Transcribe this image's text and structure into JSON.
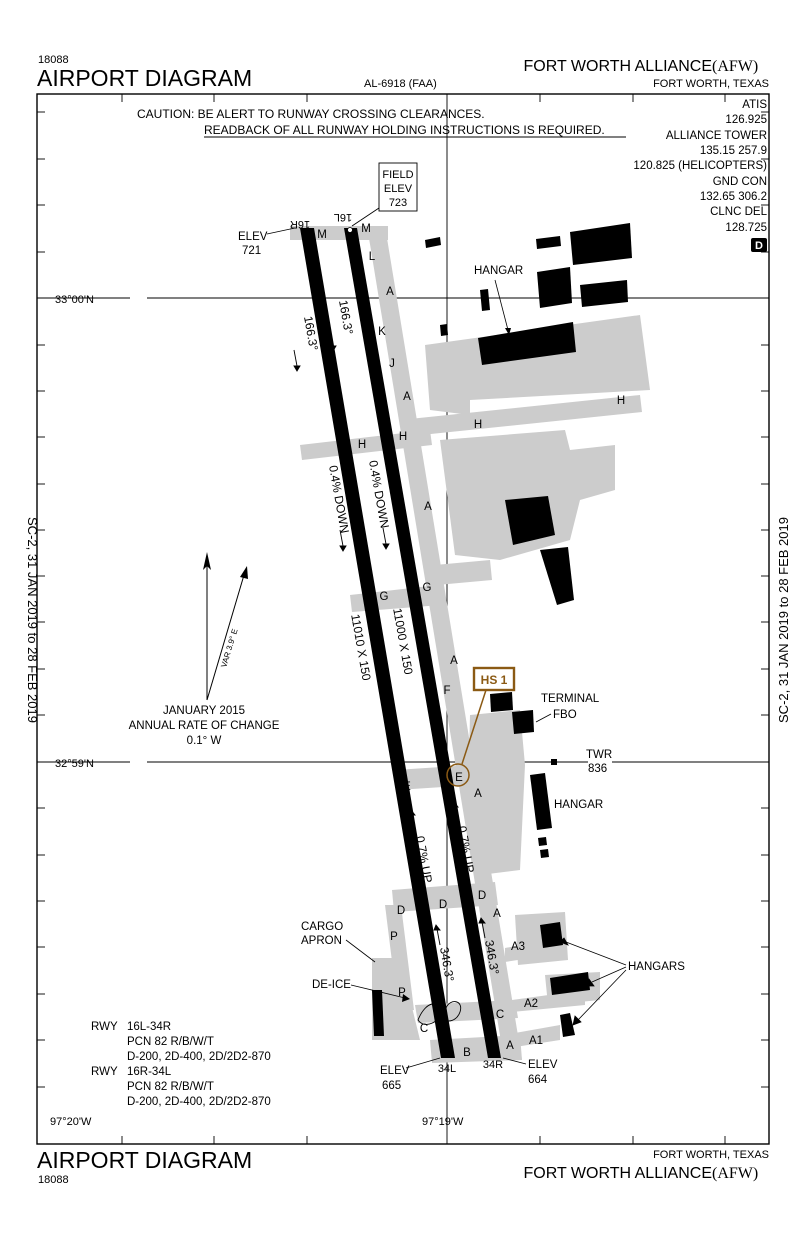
{
  "header": {
    "volume_number": "18088",
    "title": "AIRPORT DIAGRAM",
    "procedure_number": "AL-6918 (FAA)",
    "airport_name": "FORT WORTH ALLIANCE",
    "airport_id": "(AFW)",
    "city": "FORT WORTH, TEXAS"
  },
  "caution": {
    "line1": "CAUTION: BE ALERT TO RUNWAY CROSSING CLEARANCES.",
    "line2": "READBACK OF ALL RUNWAY HOLDING INSTRUCTIONS IS REQUIRED."
  },
  "frequencies": [
    "ATIS",
    "126.925",
    "ALLIANCE TOWER",
    "135.15  257.9",
    "120.825 (HELICOPTERS)",
    "GND CON",
    "132.65  306.2",
    "CLNC DEL",
    "128.725"
  ],
  "d_symbol": "D",
  "effective_dates": "SC-2,  31 JAN 2019  to  28 FEB 2019",
  "field_elev": {
    "line1": "FIELD",
    "line2": "ELEV",
    "value": "723"
  },
  "elevations": {
    "rwy_16r_label": "ELEV",
    "rwy_16r_value": "721",
    "rwy_34l_label": "ELEV",
    "rwy_34l_value": "665",
    "rwy_34r_label": "ELEV",
    "rwy_34r_value": "664"
  },
  "runway_ends": {
    "r16r": "16R",
    "r16l": "16L",
    "r34l": "34L",
    "r34r": "34R"
  },
  "coordinates": {
    "lat_33_00": "33°00'N",
    "lat_32_59": "32°59'N",
    "lon_97_20": "97°20'W",
    "lon_97_19": "97°19'W"
  },
  "runway_labels": {
    "heading_west_n": "166.3°",
    "heading_east_n": "166.3°",
    "slope_west": "0.4% DOWN",
    "slope_east": "0.4% DOWN",
    "dims_west": "11010 X 150",
    "dims_east": "11000 X 150",
    "slope_up_west": "0.7% UP",
    "slope_up_east": "0.7% UP",
    "heading_west_s": "346.3°",
    "heading_east_s": "346.3°"
  },
  "taxiways": {
    "m1": "M",
    "m2": "M",
    "l": "L",
    "k": "K",
    "j": "J",
    "a1": "A",
    "a2": "A",
    "a3": "A",
    "a4": "A",
    "a5": "A",
    "a6": "A",
    "a7": "A",
    "h1": "H",
    "h2": "H",
    "h3": "H",
    "h4": "H",
    "g1": "G",
    "g2": "G",
    "f": "F",
    "e1": "E",
    "e2": "E",
    "d1": "D",
    "d2": "D",
    "d3": "D",
    "p1": "P",
    "p2": "P",
    "c1": "C",
    "c2": "C",
    "b": "B",
    "ta1": "A1",
    "ta2": "A2",
    "ta3": "A3"
  },
  "hotspot": "HS 1",
  "buildings": {
    "hangar_n": "HANGAR",
    "terminal": "TERMINAL",
    "fbo": "FBO",
    "twr": "TWR",
    "twr_elev": "836",
    "hangar_e": "HANGAR",
    "hangars": "HANGARS",
    "cargo1": "CARGO",
    "cargo2": "APRON",
    "deice": "DE-ICE"
  },
  "magvar": {
    "var": "VAR 3.9° E",
    "line1": "JANUARY 2015",
    "line2": "ANNUAL RATE OF CHANGE",
    "line3": "0.1° W"
  },
  "runway_data": [
    {
      "prefix": "RWY",
      "name": "16L-34R",
      "pcn": "PCN 82 R/B/W/T",
      "weights": "D-200, 2D-400, 2D/2D2-870"
    },
    {
      "prefix": "RWY",
      "name": "16R-34L",
      "pcn": "PCN 82 R/B/W/T",
      "weights": "D-200, 2D-400, 2D/2D2-870"
    }
  ],
  "footer": {
    "title": "AIRPORT DIAGRAM",
    "volume_number": "18088",
    "city": "FORT WORTH, TEXAS",
    "airport_name": "FORT WORTH ALLIANCE",
    "airport_id": "(AFW)"
  }
}
